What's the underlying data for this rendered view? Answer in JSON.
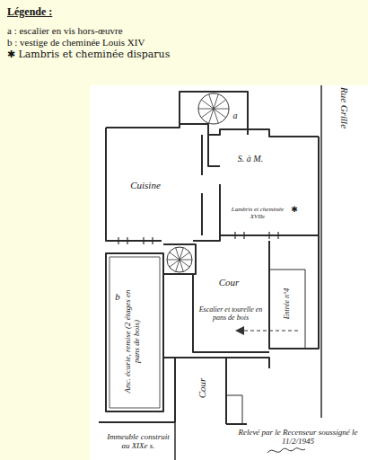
{
  "diagram": {
    "title": "Légende :",
    "nodes": [
      {
        "text": [
          "Cuisine"
        ]
      },
      {
        "text": [
          "S. à M.",
          "Lambris et cheminée XVIIe"
        ]
      },
      {
        "text": [
          "Cour"
        ]
      },
      {
        "text": [
          "Anc. écurie, remise (2 étages en pans de bois)"
        ]
      },
      {
        "text": [
          "Cour"
        ]
      },
      {
        "text": [
          "Immeuble construit au XIXe s."
        ]
      }
    ],
    "edges": [],
    "labels": [
      "Rue Grille",
      "a",
      "b",
      "✱",
      "Escalier et tourelle en pans de bois",
      "Entrée n°4",
      "Relevé par le Recenseur soussigné le 11/2/1945"
    ],
    "legend": [
      {
        "text": "a : escalier en vis hors-œuvre"
      },
      {
        "text": "b : vestige de cheminée Louis XIV"
      },
      {
        "text": "✱ Lambris et cheminée disparus"
      }
    ]
  }
}
